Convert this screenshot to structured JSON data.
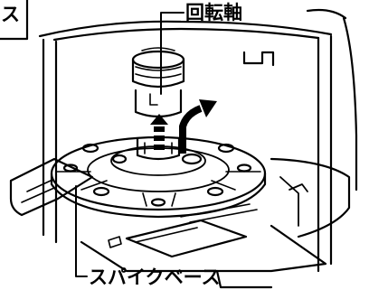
{
  "labels": {
    "rotation_axis": "回転軸",
    "spike_base": "スパイクベース",
    "corner_fragment": "ス"
  }
}
